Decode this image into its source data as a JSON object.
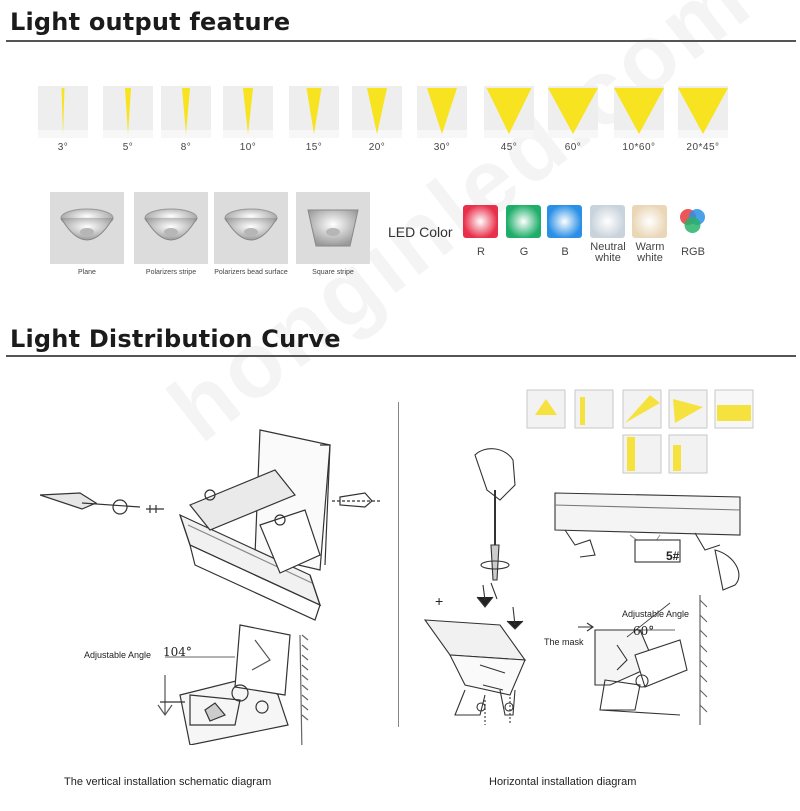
{
  "sections": {
    "light_output_title": "Light output feature",
    "distribution_title": "Light Distribution Curve"
  },
  "beam_angles": [
    "3°",
    "5°",
    "8°",
    "10°",
    "15°",
    "20°",
    "30°",
    "45°",
    "60°",
    "10*60°",
    "20*45°"
  ],
  "lenses": [
    "Plane",
    "Polarizers stripe",
    "Polarizers bead surface",
    "Square stripe"
  ],
  "led_color": {
    "title": "LED Color",
    "swatches": [
      {
        "label": "R",
        "color": "#e8304a"
      },
      {
        "label": "G",
        "color": "#1fae6a"
      },
      {
        "label": "B",
        "color": "#2a8fe6"
      },
      {
        "label": "Neutral white",
        "color": "#c9d3dc"
      },
      {
        "label": "Warm white",
        "color": "#ead7b8"
      },
      {
        "label": "RGB",
        "color": "rgb"
      }
    ]
  },
  "vertical_diagram": {
    "angle_label": "Adjustable Angle",
    "angle_value": "104°",
    "caption": "The vertical installation schematic diagram"
  },
  "horizontal_diagram": {
    "angle_label": "Adjustable Angle",
    "angle_value": "60°",
    "mask_label": "The mask",
    "part_label": "5#",
    "plus_sign": "+",
    "caption": "Horizontal installation diagram"
  },
  "watermark": "honginled.com"
}
